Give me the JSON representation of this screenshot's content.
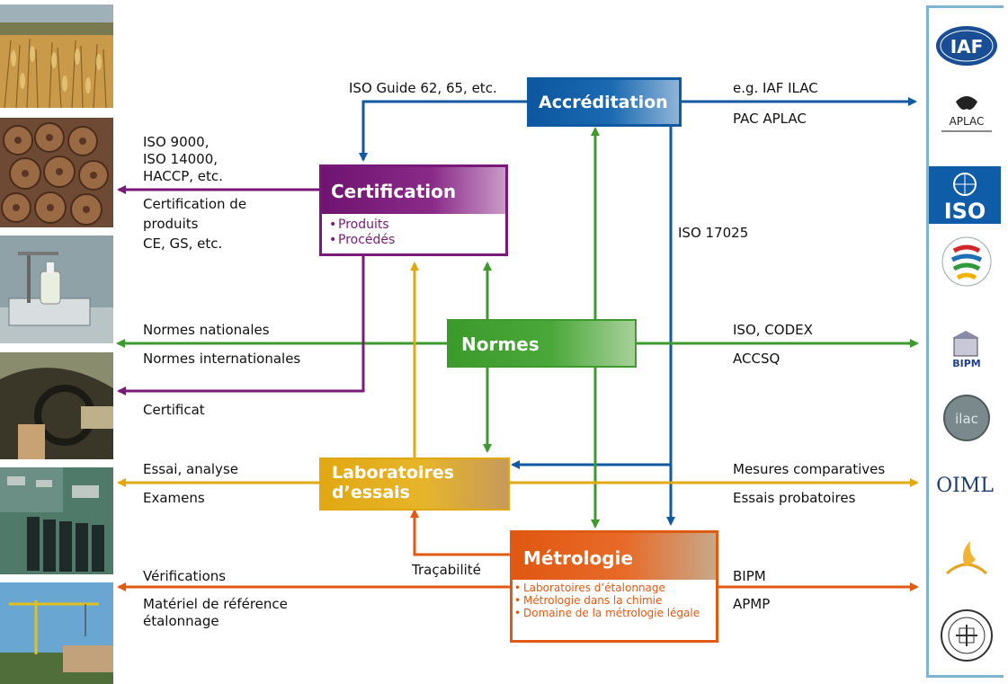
{
  "colors": {
    "accreditation": "#0f5aa0",
    "certification": "#7a1a78",
    "normes": "#3e9a2e",
    "laboratoires": "#e0a912",
    "metrologie": "#e05a14",
    "panel_border": "#7fb3d6"
  },
  "thumbnails": [
    {
      "name": "wheat-field-photo"
    },
    {
      "name": "cable-rolls-photo"
    },
    {
      "name": "lab-scale-photo"
    },
    {
      "name": "car-interior-photo"
    },
    {
      "name": "circuit-board-photo"
    },
    {
      "name": "construction-crane-photo"
    }
  ],
  "logos": {
    "iaf": "IAF",
    "aplac": "APLAC",
    "iso": "ISO",
    "bipm": "BIPM",
    "ilac": "ilac",
    "oiml": "OIML"
  },
  "boxes": {
    "accreditation": {
      "title": "Accréditation"
    },
    "certification": {
      "title": "Certification",
      "items": [
        "Produits",
        "Procédés"
      ]
    },
    "normes": {
      "title": "Normes"
    },
    "laboratoires": {
      "title_line1": "Laboratoires",
      "title_line2": "d’essais"
    },
    "metrologie": {
      "title": "Métrologie",
      "items": [
        "Laboratoires d’étalonnage",
        "Métrologie dans la chimie",
        "Domaine de la métrologie légale"
      ]
    }
  },
  "labels": {
    "iso_guide": "ISO Guide 62, 65, etc.",
    "eg_iaf_ilac": "e.g. IAF ILAC",
    "pac_aplac": "PAC APLAC",
    "iso_9000": "ISO 9000,",
    "iso_14000": "ISO 14000,",
    "haccp": "HACCP, etc.",
    "certif_produits_1": "Certification de",
    "certif_produits_2": "produits",
    "ce_gs": "CE, GS, etc.",
    "iso_17025": "ISO 17025",
    "normes_nationales": "Normes nationales",
    "normes_internationales": "Normes internationales",
    "iso_codex": "ISO, CODEX",
    "accsq": "ACCSQ",
    "certificat": "Certificat",
    "essai_analyse": "Essai, analyse",
    "examens": "Examens",
    "mesures_comparatives": "Mesures comparatives",
    "essais_probatoires": "Essais probatoires",
    "tracabilite": "Traçabilité",
    "verifications": "Vérifications",
    "materiel_1": "Matériel de référence",
    "materiel_2": "étalonnage",
    "bipm": "BIPM",
    "apmp": "APMP"
  }
}
